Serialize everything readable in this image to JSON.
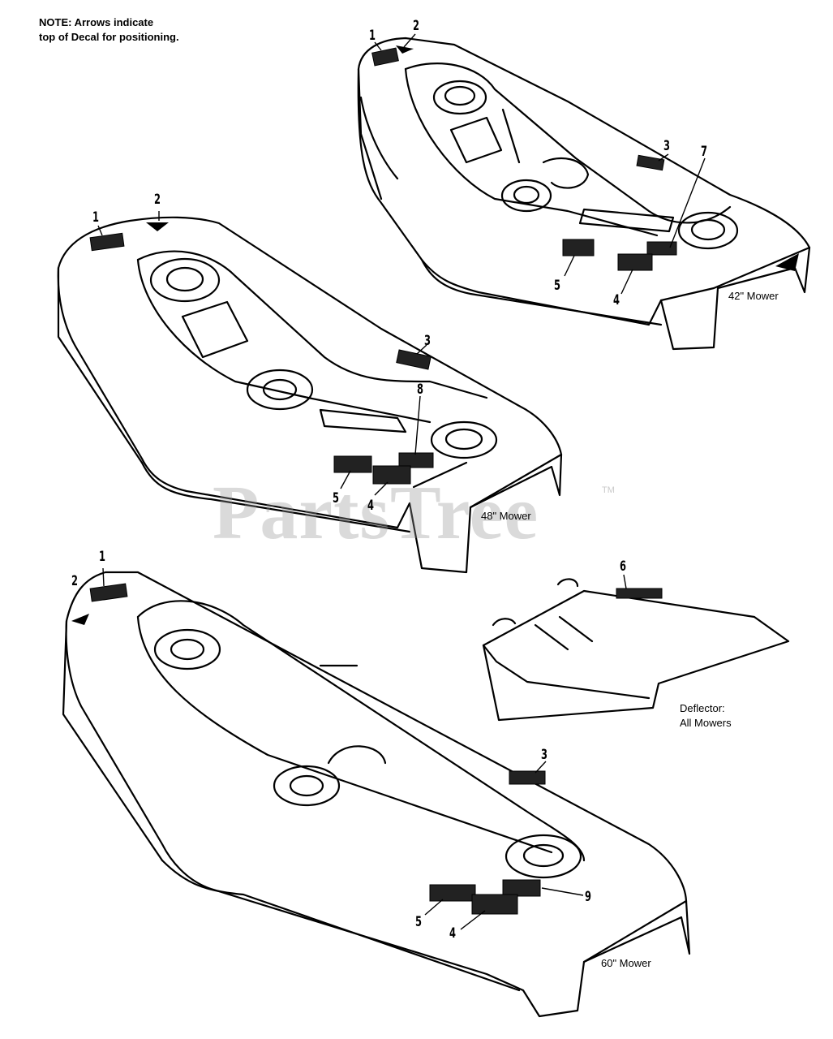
{
  "note": {
    "line1": "NOTE: Arrows indicate",
    "line2": "top of Decal for positioning."
  },
  "watermark": {
    "text": "PartsTree",
    "tm": "TM"
  },
  "labels": {
    "m42": "42\" Mower",
    "m48": "48\" Mower",
    "m60": "60\" Mower",
    "deflector_1": "Deflector:",
    "deflector_2": "All Mowers"
  },
  "callouts": {
    "m42": [
      "1",
      "2",
      "3",
      "7",
      "5",
      "4"
    ],
    "m48": [
      "1",
      "2",
      "3",
      "8",
      "5",
      "4"
    ],
    "m60": [
      "1",
      "2",
      "3",
      "9",
      "5",
      "4"
    ],
    "deflector": [
      "6"
    ]
  }
}
